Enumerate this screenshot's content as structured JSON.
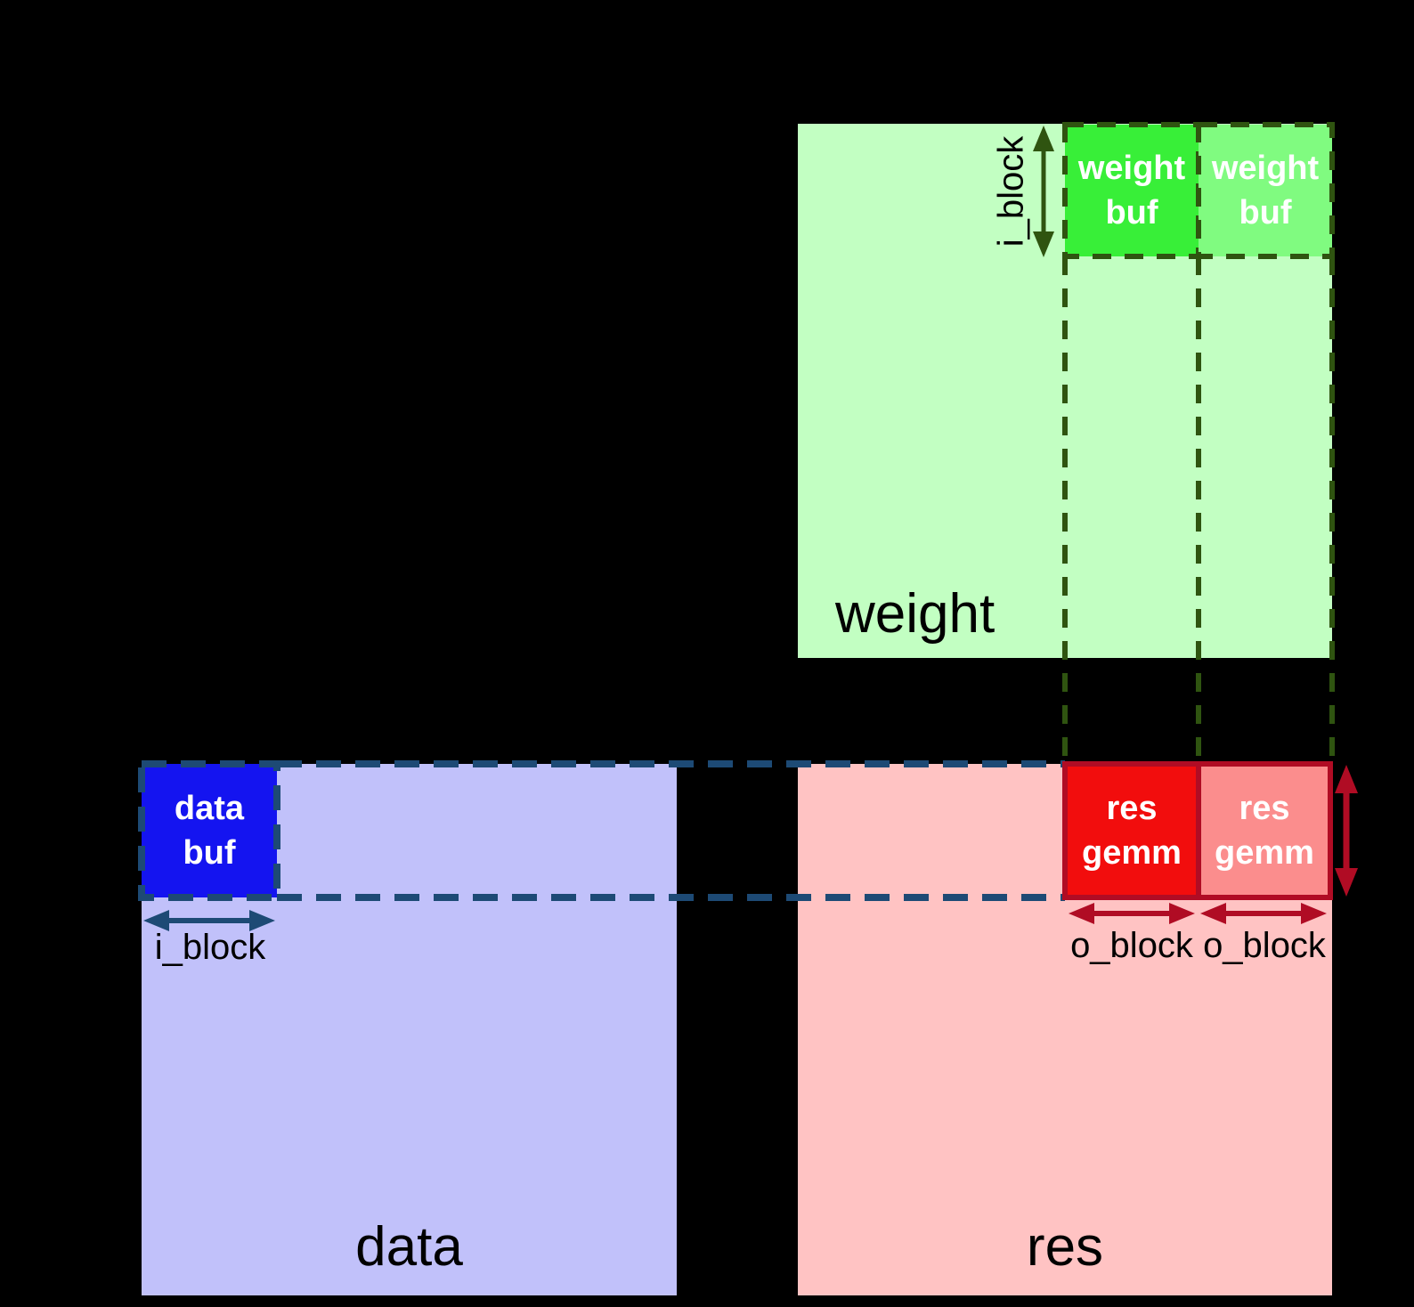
{
  "colors": {
    "background": "#000000",
    "weight_bg": "#c2ffc2",
    "weight_buf1": "#38ef38",
    "weight_buf2": "#80fb80",
    "green_line": "#2f5410",
    "data_bg": "#c1c1fa",
    "data_buf": "#1414f0",
    "blue_line": "#1d4a75",
    "res_bg": "#ffc3c3",
    "res_gemm1": "#f20d0d",
    "res_gemm2": "#fb8d8d",
    "red_line": "#b00c24",
    "label_text": "#000000",
    "buf_text": "#ffffff"
  },
  "weight": {
    "label": "weight",
    "buf1_line1": "weight",
    "buf1_line2": "buf",
    "buf2_line1": "weight",
    "buf2_line2": "buf",
    "i_block": "i_block"
  },
  "data": {
    "label": "data",
    "buf_line1": "data",
    "buf_line2": "buf",
    "i_block": "i_block"
  },
  "res": {
    "label": "res",
    "gemm1_line1": "res",
    "gemm1_line2": "gemm",
    "gemm2_line1": "res",
    "gemm2_line2": "gemm",
    "o_block_1": "o_block",
    "o_block_2": "o_block"
  }
}
